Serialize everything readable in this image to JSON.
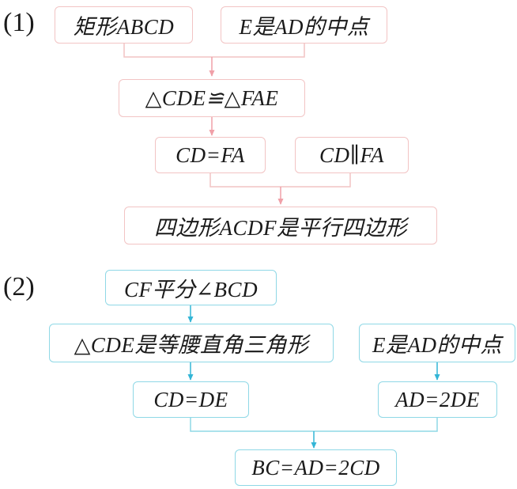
{
  "part1": {
    "label": "(1)",
    "rectangle": "矩形ABCD",
    "midpoint": "E是AD的中点",
    "congruent": "△CDE≌△FAE",
    "equal": "CD=FA",
    "parallel": "CD∥FA",
    "conclusion": "四边形ACDF是平行四边形"
  },
  "part2": {
    "label": "(2)",
    "bisect": "CF平分∠BCD",
    "isosceles": "△CDE是等腰直角三角形",
    "midpoint": "E是AD的中点",
    "cd_de": "CD=DE",
    "ad_de": "AD=2DE",
    "conclusion": "BC=AD=2CD"
  },
  "colors": {
    "part1_border": "#f2c4c4",
    "part1_arrow": "#f0a0a8",
    "part2_border": "#8fd8e6",
    "part2_arrow": "#33b5d6"
  }
}
